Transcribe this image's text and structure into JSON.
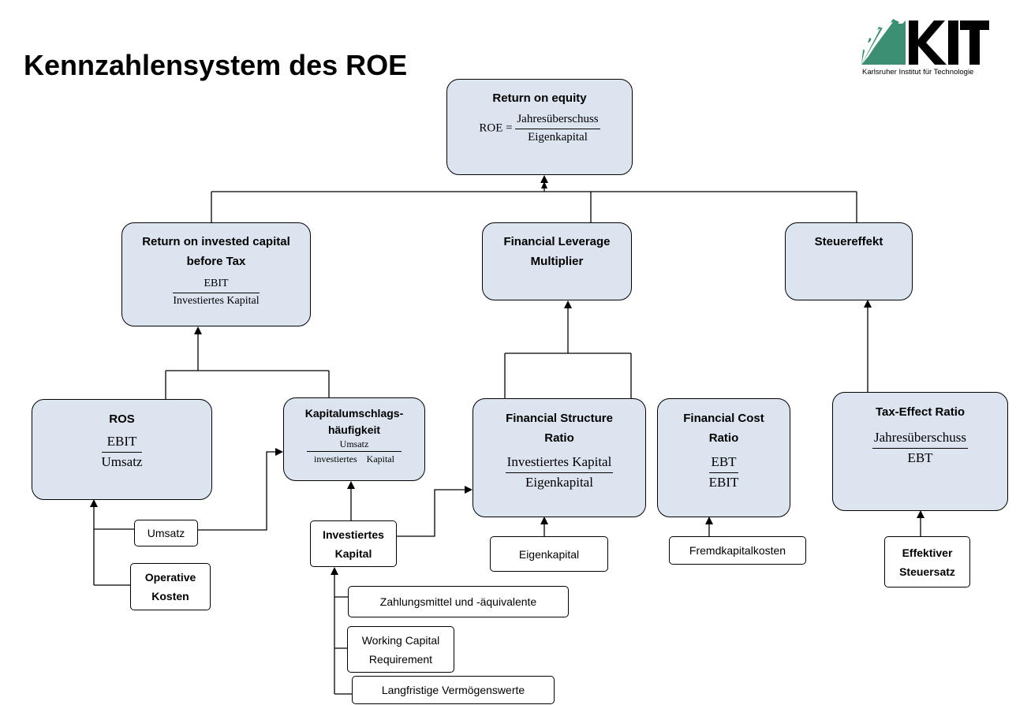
{
  "title": "Kennzahlensystem des ROE",
  "logo": {
    "mark": "KIT",
    "subtitle": "Karlsruher Institut für Technologie",
    "color_green": "#3d8f74",
    "color_black": "#000000"
  },
  "colors": {
    "box_fill": "#dce4ef",
    "stroke": "#000000"
  },
  "roe": {
    "title": "Return on equity",
    "lhs": "ROE =",
    "num": "Jahresüberschuss",
    "den": "Eigenkapital"
  },
  "roic": {
    "title1": "Return on invested capital",
    "title2": "before Tax",
    "num": "EBIT",
    "den": "Investiertes Kapital"
  },
  "flm": {
    "title1": "Financial Leverage",
    "title2": "Multiplier"
  },
  "steuer": {
    "title": "Steuereffekt"
  },
  "ros": {
    "title": "ROS",
    "num": "EBIT",
    "den": "Umsatz"
  },
  "kap": {
    "title1": "Kapitalumschlags-",
    "title2": "häufigkeit",
    "num": "Umsatz",
    "den": "investiertes    Kapital"
  },
  "fsr": {
    "title1": "Financial Structure",
    "title2": "Ratio",
    "num": "Investiertes Kapital",
    "den": "Eigenkapital"
  },
  "fcr": {
    "title1": "Financial Cost",
    "title2": "Ratio",
    "num": "EBT",
    "den": "EBIT"
  },
  "ter": {
    "title": "Tax-Effect Ratio",
    "num": "Jahresüberschuss",
    "den": "EBT"
  },
  "inputs": {
    "umsatz": "Umsatz",
    "operative1": "Operative",
    "operative2": "Kosten",
    "invest1": "Investiertes",
    "invest2": "Kapital",
    "eigenkapital": "Eigenkapital",
    "fremdkapitalkosten": "Fremdkapitalkosten",
    "steuersatz1": "Effektiver",
    "steuersatz2": "Steuersatz",
    "zahlungsmittel": "Zahlungsmittel und -äquivalente",
    "wcr1": "Working Capital",
    "wcr2": "Requirement",
    "langfristig": "Langfristige Vermögenswerte"
  }
}
